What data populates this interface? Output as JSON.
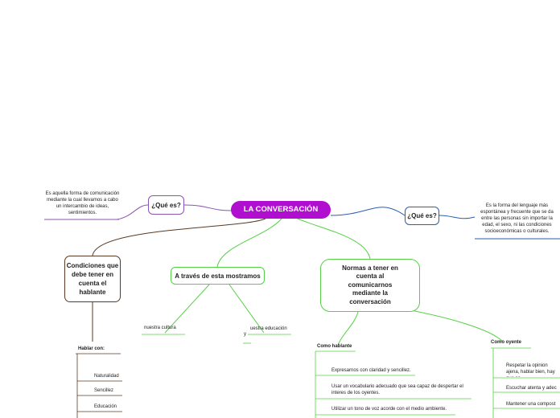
{
  "center": {
    "title": "LA CONVERSACIÓN"
  },
  "left_branch": {
    "question": "¿Qué es?",
    "description": "Es aquella forma de comunicación mediante la cual llevamos a cabo un intercambio de ideas, sentimientos."
  },
  "right_branch": {
    "question": "¿Qué es?",
    "description": "Es la forma del lenguaje más espontánea y frecuente que se da entre las personas sin importar la edad, el sexo, ni las condiciones socioeconómicas o culturales."
  },
  "conditions": {
    "title": "Condiciones que debe tener en cuenta el hablante",
    "subtitle": "Hablar con:",
    "items": [
      "Naturalidad",
      "Sencillez",
      "Educación"
    ]
  },
  "through": {
    "title": "A través de esta mostramos",
    "left_item": "nuestra cultura",
    "connector": "y",
    "right_item": "uestra educación"
  },
  "norms": {
    "title": "Normas a tener en cuenta al comunicarnos mediante la conversación",
    "speaker": {
      "title": "Como hablante",
      "items": [
        "Expresarnos con claridad y sencillez.",
        "Usar un vocabulario adecuado que sea capaz de despertar el interes de los oyentes.",
        "Utilizar un tono de voz acorde con el medio ambiente."
      ]
    },
    "listener": {
      "title": "Como oyente",
      "items": [
        "Respetar la opinion ajena, hablar bien, hay que sa",
        "Escuchar atenta y adec",
        "Mantener una compost"
      ]
    }
  },
  "colors": {
    "center": "#b00fd0",
    "purple": "#8a55b0",
    "blue": "#2a5db5",
    "brown": "#5a3a22",
    "green": "#55d045"
  }
}
